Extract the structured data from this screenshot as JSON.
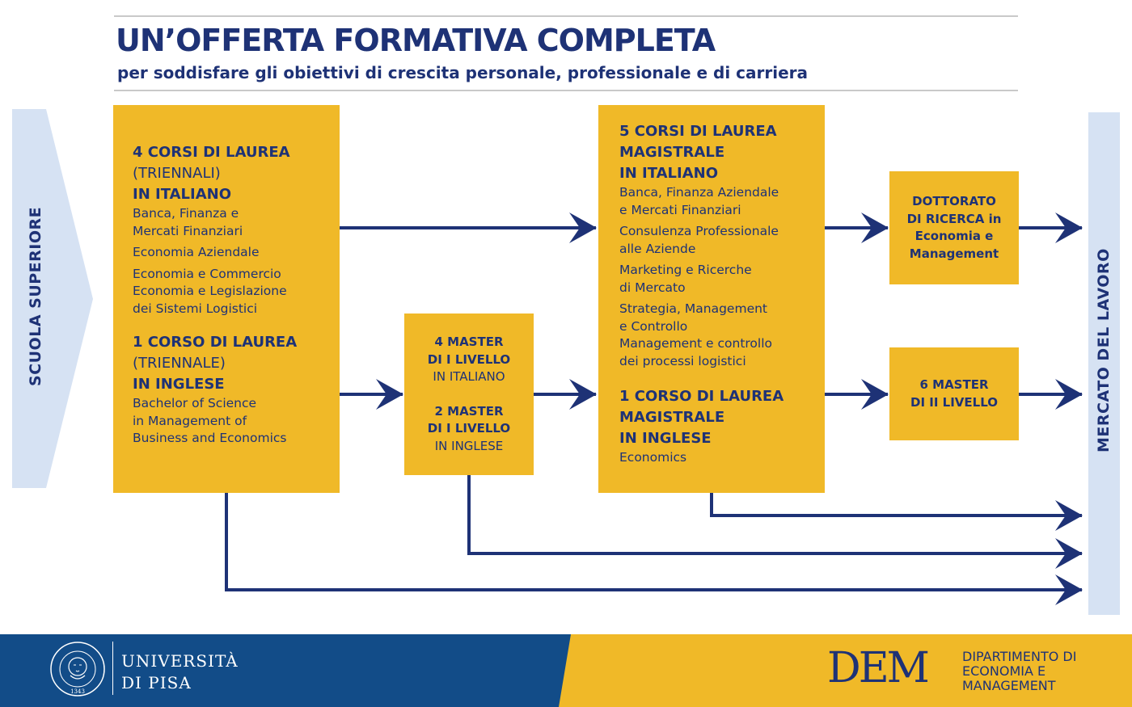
{
  "header": {
    "title": "UN’OFFERTA FORMATIVA COMPLETA",
    "subtitle": "per soddisfare gli obiettivi di crescita personale, professionale e di carriera"
  },
  "side_labels": {
    "left": "SCUOLA SUPERIORE",
    "right": "MERCATO DEL LAVORO"
  },
  "triennali": {
    "it_heading_1": "4 CORSI DI LAUREA",
    "it_heading_2": "(TRIENNALI)",
    "it_heading_3": "IN ITALIANO",
    "it_items": [
      "Banca, Finanza e",
      "Mercati Finanziari",
      "Economia Aziendale",
      "Economia e Commercio",
      "Economia e Legislazione",
      "dei Sistemi Logistici"
    ],
    "en_heading_1": "1 CORSO DI LAUREA",
    "en_heading_2": "(TRIENNALE)",
    "en_heading_3": "IN INGLESE",
    "en_items": [
      "Bachelor of Science",
      "in Management of",
      "Business and Economics"
    ]
  },
  "master_1": {
    "it_heading_1": "4 MASTER",
    "it_heading_2": "DI I LIVELLO",
    "it_sub": "IN ITALIANO",
    "en_heading_1": "2 MASTER",
    "en_heading_2": "DI I LIVELLO",
    "en_sub": "IN INGLESE"
  },
  "magistrali": {
    "it_heading_1": "5 CORSI DI LAUREA",
    "it_heading_2": "MAGISTRALE",
    "it_heading_3": "IN ITALIANO",
    "it_items": [
      "Banca, Finanza Aziendale",
      "e Mercati Finanziari",
      "Consulenza Professionale",
      "alle Aziende",
      "Marketing e Ricerche",
      "di Mercato",
      "Strategia, Management",
      "e Controllo",
      "Management e controllo",
      "dei processi logistici"
    ],
    "en_heading_1": "1 CORSO DI LAUREA",
    "en_heading_2": "MAGISTRALE",
    "en_heading_3": "IN INGLESE",
    "en_items": [
      "Economics"
    ]
  },
  "dottorato": {
    "line_1": "DOTTORATO",
    "line_2": "DI RICERCA in",
    "line_3": "Economia e",
    "line_4": "Management"
  },
  "master_2": {
    "line_1": "6 MASTER",
    "line_2": "DI II LIVELLO"
  },
  "footer": {
    "uni_line_1": "UNIVERSITÀ",
    "uni_line_2": "DI PISA",
    "seal_year": "1343",
    "dem_logo": "DEM",
    "dem_line_1": "DIPARTIMENTO DI",
    "dem_line_2": "ECONOMIA E",
    "dem_line_3": "MANAGEMENT"
  },
  "colors": {
    "navy": "#1e3276",
    "gold": "#f0b928",
    "light_blue": "#d6e2f3",
    "footer_blue": "#124c88"
  }
}
